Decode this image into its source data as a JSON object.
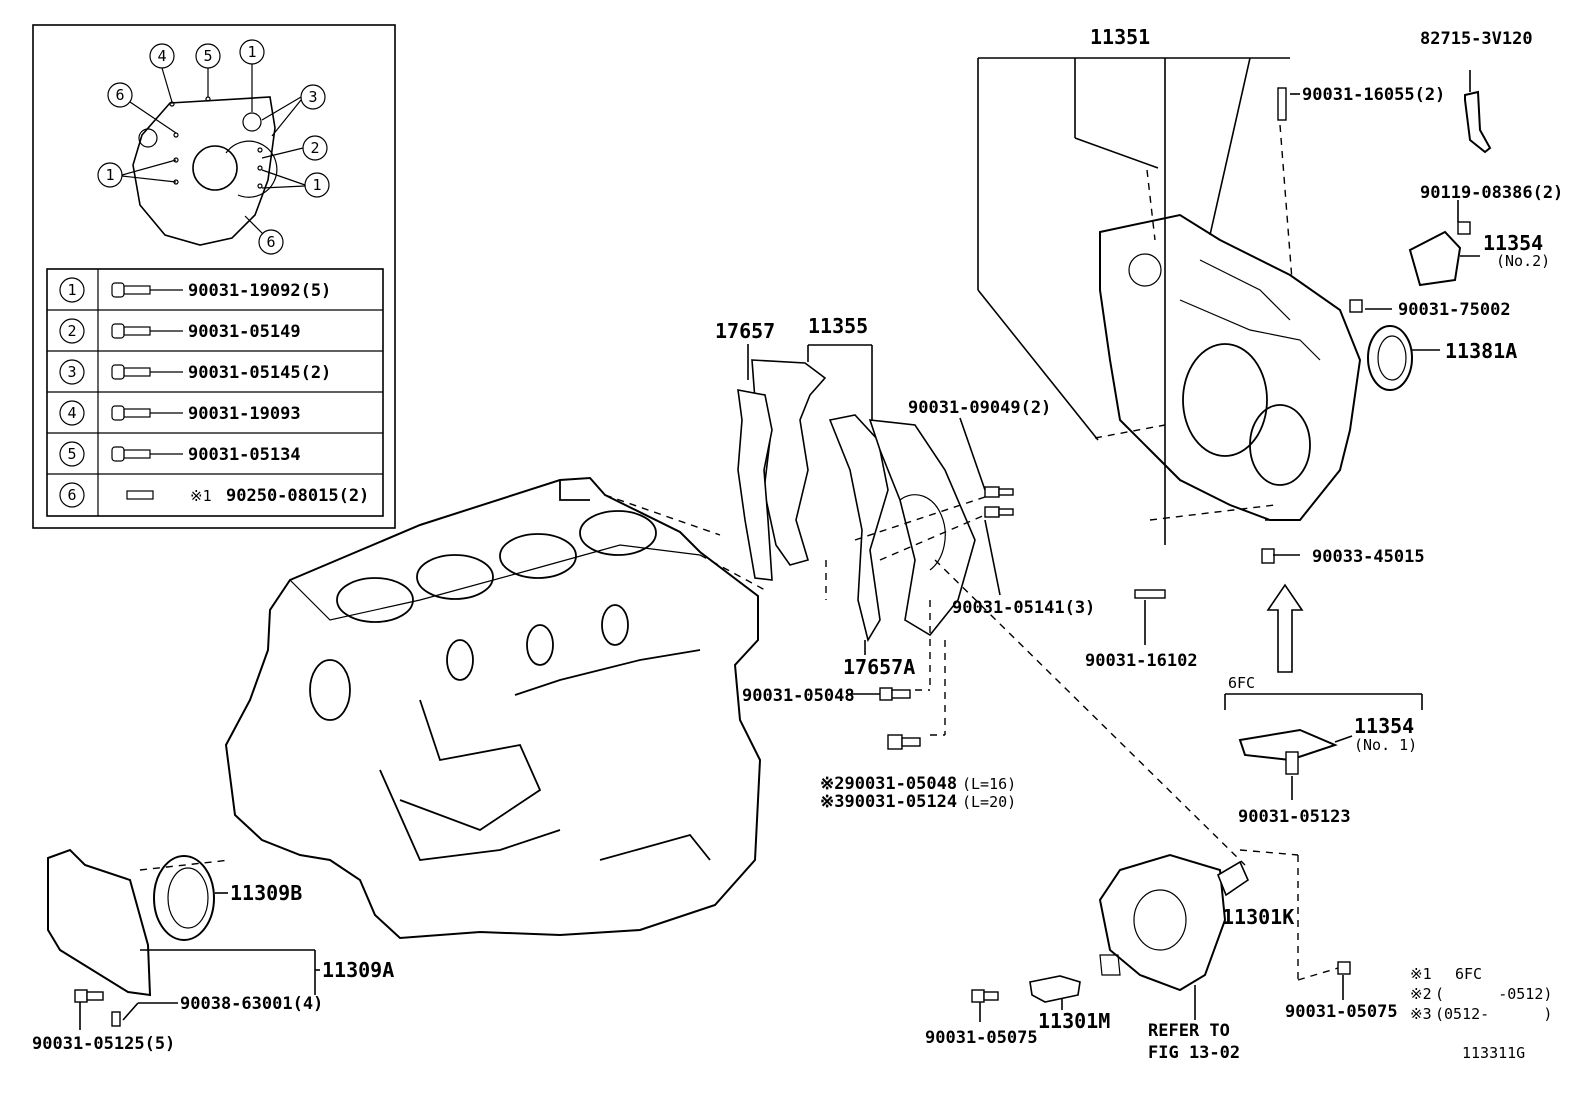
{
  "diagram": {
    "figure_code": "113311G",
    "inset": {
      "callouts": [
        "4",
        "5",
        "1",
        "6",
        "3",
        "2",
        "1",
        "1",
        "6"
      ],
      "table": [
        {
          "num": "1",
          "part": "90031-19092(5)"
        },
        {
          "num": "2",
          "part": "90031-05149"
        },
        {
          "num": "3",
          "part": "90031-05145(2)"
        },
        {
          "num": "4",
          "part": "90031-19093"
        },
        {
          "num": "5",
          "part": "90031-05134"
        },
        {
          "num": "6",
          "mark": "※1",
          "part": "90250-08015(2)"
        }
      ]
    },
    "labels": {
      "p11351": "11351",
      "p82715": "82715-3V120",
      "p90031_16055": "90031-16055(2)",
      "p90119": "90119-08386(2)",
      "p11354_no2": "11354",
      "p11354_no2_sub": "(No.2)",
      "p90031_75002": "90031-75002",
      "p11381A": "11381A",
      "p17657": "17657",
      "p11355": "11355",
      "p90031_09049": "90031-09049(2)",
      "p90031_05141": "90031-05141(3)",
      "p17657A": "17657A",
      "p90033_45015": "90033-45015",
      "p90031_16102": "90031-16102",
      "p6FC": "6FC",
      "p11354_no1": "11354",
      "p11354_no1_sub": "(No. 1)",
      "p90031_05123": "90031-05123",
      "p90031_05048": "90031-05048",
      "p_note2": "※290031-05048",
      "p_note2_len": "(L=16)",
      "p_note3": "※390031-05124",
      "p_note3_len": "(L=20)",
      "p11309B": "11309B",
      "p11309A": "11309A",
      "p90038": "90038-63001(4)",
      "p90031_05125": "90031-05125(5)",
      "p11301K": "11301K",
      "p90031_05075a": "90031-05075",
      "p11301M": "11301M",
      "p_refer1": "REFER TO",
      "p_refer2": "FIG 13-02",
      "p90031_05075b": "90031-05075"
    },
    "legend": [
      {
        "mark": "※1",
        "text": "6FC"
      },
      {
        "mark": "※2",
        "text": "(      -0512)"
      },
      {
        "mark": "※3",
        "text": "(0512-      )"
      }
    ]
  }
}
